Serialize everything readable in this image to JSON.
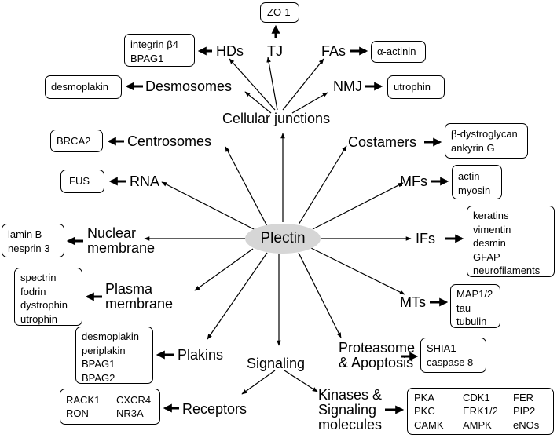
{
  "center": "Plectin",
  "categories": {
    "cellular_junctions": "Cellular junctions",
    "hds": "HDs",
    "tj": "TJ",
    "fas": "FAs",
    "desmosomes": "Desmosomes",
    "nmj": "NMJ",
    "centrosomes": "Centrosomes",
    "rna": "RNA",
    "nuclear_membrane": [
      "Nuclear",
      "membrane"
    ],
    "plasma_membrane": [
      "Plasma",
      "membrane"
    ],
    "plakins": "Plakins",
    "signaling": "Signaling",
    "receptors": "Receptors",
    "kinases": [
      "Kinases &",
      "Signaling",
      "molecules"
    ],
    "costamers": "Costamers",
    "mfs": "MFs",
    "ifs": "IFs",
    "mts": "MTs",
    "proteasome": [
      "Proteasome",
      "& Apoptosis"
    ]
  },
  "boxes": {
    "zo1": [
      "ZO-1"
    ],
    "hds": [
      "integrin β4",
      "BPAG1"
    ],
    "fas": [
      "α-actinin"
    ],
    "desmosomes": [
      "desmoplakin"
    ],
    "nmj": [
      "utrophin"
    ],
    "centrosomes": [
      "BRCA2"
    ],
    "rna": [
      "FUS"
    ],
    "nuclear": [
      "lamin B",
      "nesprin 3"
    ],
    "plasma": [
      "spectrin",
      "fodrin",
      "dystrophin",
      "utrophin"
    ],
    "plakins": [
      "desmoplakin",
      "periplakin",
      "BPAG1",
      "BPAG2"
    ],
    "receptors": [
      "RACK1",
      "CXCR4",
      "RON",
      "NR3A"
    ],
    "kinases": [
      "PKA",
      "CDK1",
      "FER",
      "PKC",
      "ERK1/2",
      "PIP2",
      "CAMK",
      "AMPK",
      "eNOs"
    ],
    "costamers": [
      "β-dystroglycan",
      "ankyrin G"
    ],
    "mfs": [
      "actin",
      "myosin"
    ],
    "ifs": [
      "keratins",
      "vimentin",
      "desmin",
      "GFAP",
      "neurofilaments"
    ],
    "mts": [
      "MAP1/2",
      "tau",
      "tubulin"
    ],
    "proteasome": [
      "SHIA1",
      "caspase 8"
    ]
  }
}
